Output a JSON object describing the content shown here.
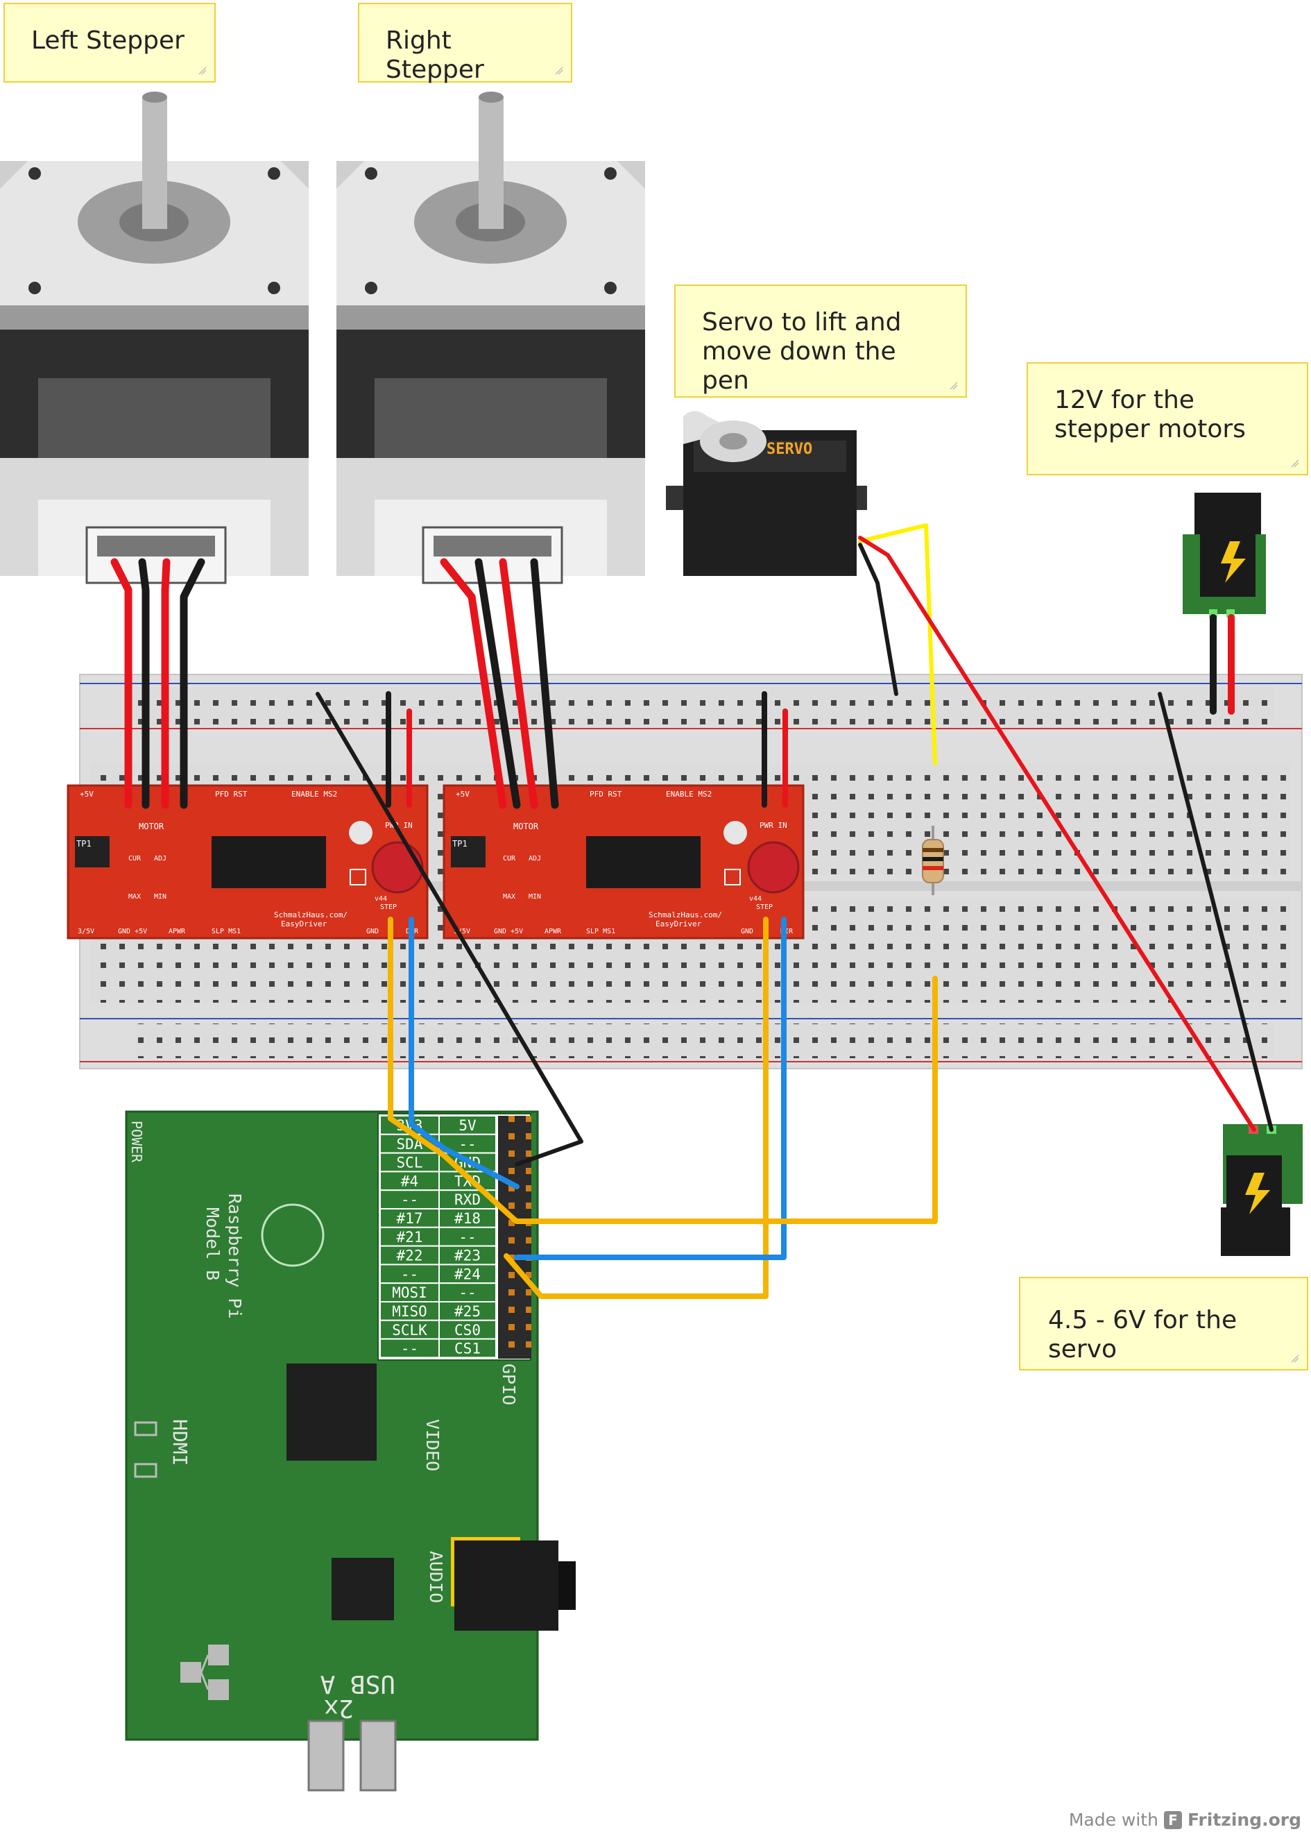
{
  "notes": {
    "left_stepper": "Left Stepper",
    "right_stepper": "Right Stepper",
    "servo": "Servo to lift and move down the pen",
    "stepper_power": "12V for the stepper motors",
    "servo_power": "4.5 - 6V for the servo"
  },
  "servo": {
    "label": "SERVO"
  },
  "easydriver": {
    "top_labels": [
      "+5V",
      "MOTOR",
      "PFD RST",
      "ENABLE MS2",
      "PWR IN"
    ],
    "mid_labels": [
      "TP1",
      "CUR",
      "ADJ",
      "MAX",
      "MIN",
      "v44"
    ],
    "bottom_labels": [
      "3/5V",
      "GND +5V",
      "APWR",
      "SLP MS1",
      "SchmalzHaus.com/",
      "EasyDriver",
      "STEP",
      "GND",
      "DIR"
    ]
  },
  "raspberry_pi": {
    "name_line1": "Raspberry Pi",
    "name_line2": "Model B",
    "power": "POWER",
    "hdmi": "HDMI",
    "video": "VIDEO",
    "audio": "AUDIO",
    "gpio": "GPIO",
    "usb_line1": "2x",
    "usb_line2": "USB A",
    "gpio_left": [
      "3V3",
      "SDA",
      "SCL",
      "#4",
      "--",
      "#17",
      "#21",
      "#22",
      "--",
      "MOSI",
      "MISO",
      "SCLK",
      "--"
    ],
    "gpio_right": [
      "5V",
      "--",
      "GND",
      "TXD",
      "RXD",
      "#18",
      "--",
      "#23",
      "#24",
      "--",
      "#25",
      "CS0",
      "CS1"
    ]
  },
  "credit": {
    "prefix": "Made with",
    "brand": "Fritzing.org"
  },
  "colors": {
    "wire_red": "#e8141b",
    "wire_black": "#1a1a1a",
    "wire_blue": "#1e88e5",
    "wire_orange": "#f5b400",
    "wire_yellow": "#fff200",
    "pcb_red": "#d6321c",
    "pi_green": "#2e7d32",
    "note_fill": "#ffffcc"
  }
}
